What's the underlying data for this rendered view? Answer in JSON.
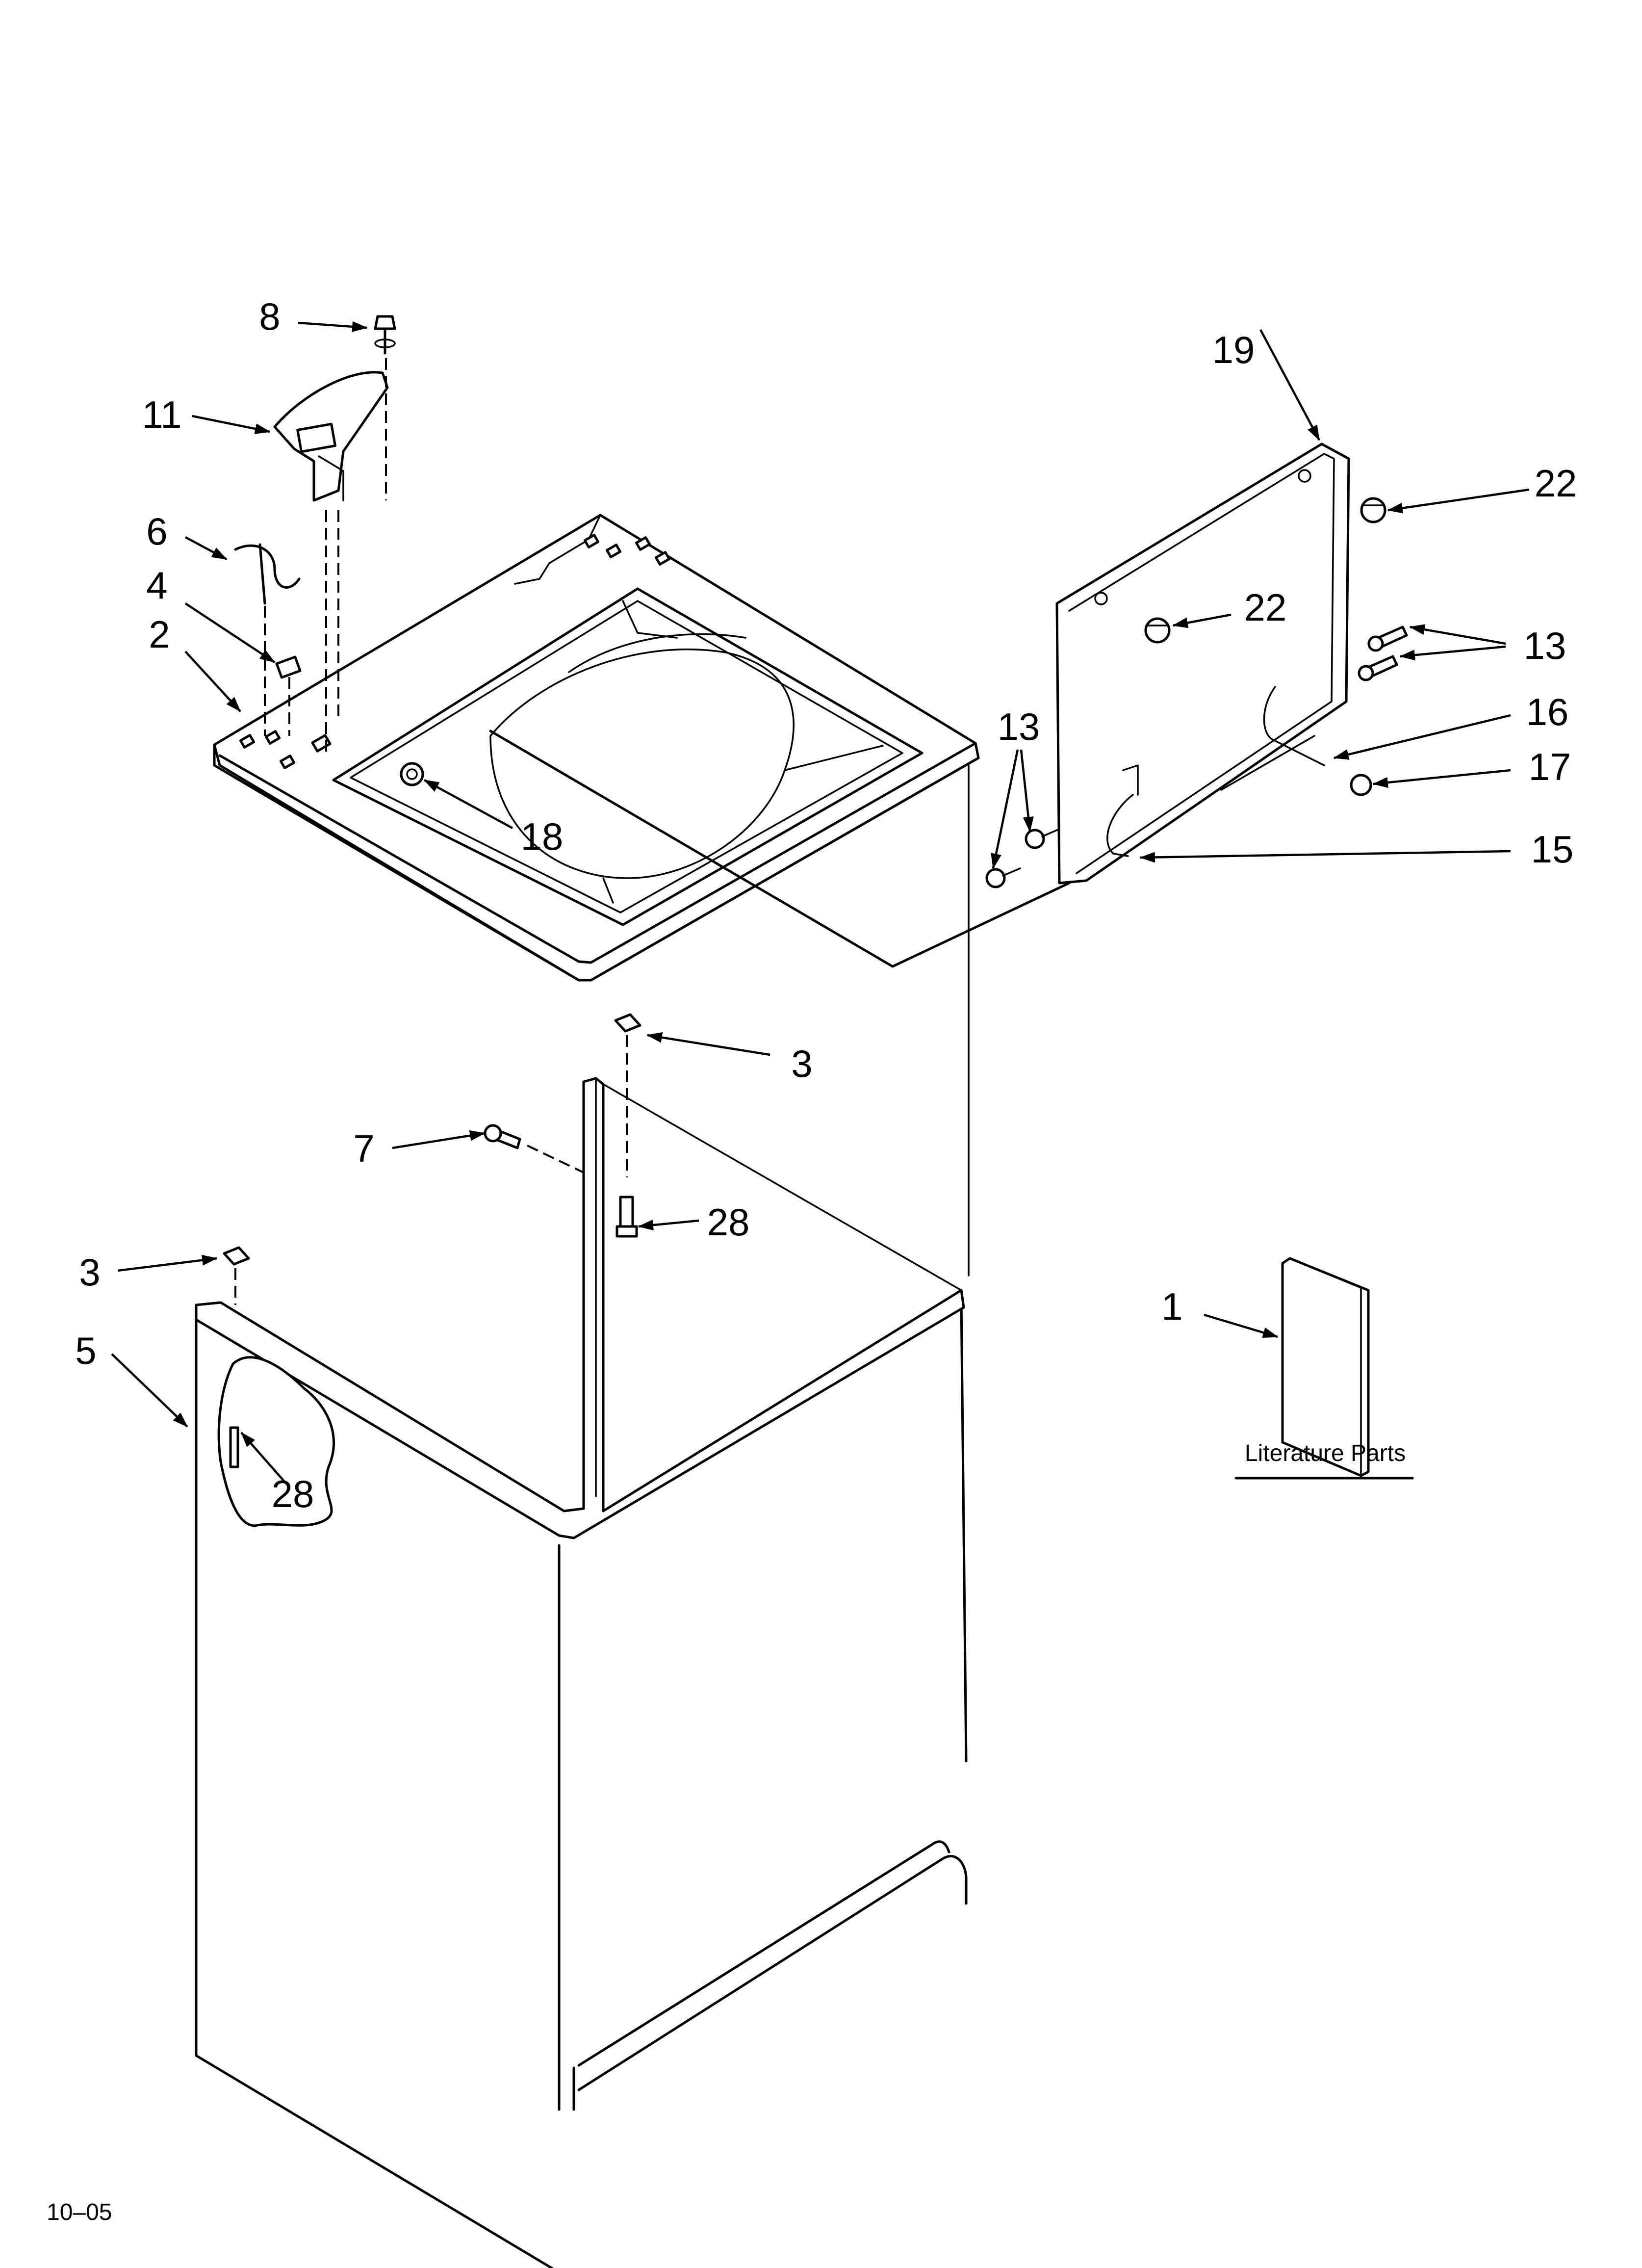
{
  "callouts": {
    "c1": "1",
    "c2": "2",
    "c3a": "3",
    "c3b": "3",
    "c4": "4",
    "c5": "5",
    "c6": "6",
    "c7": "7",
    "c8": "8",
    "c11": "11",
    "c13a": "13",
    "c13b": "13",
    "c15": "15",
    "c16": "16",
    "c17": "17",
    "c18": "18",
    "c19": "19",
    "c22a": "22",
    "c22b": "22",
    "c28a": "28",
    "c28b": "28"
  },
  "literature_label": "Literature Parts",
  "revision_code": "10–05",
  "icons": [
    "arrow-leader-icon",
    "screw-icon",
    "bolt-icon"
  ]
}
